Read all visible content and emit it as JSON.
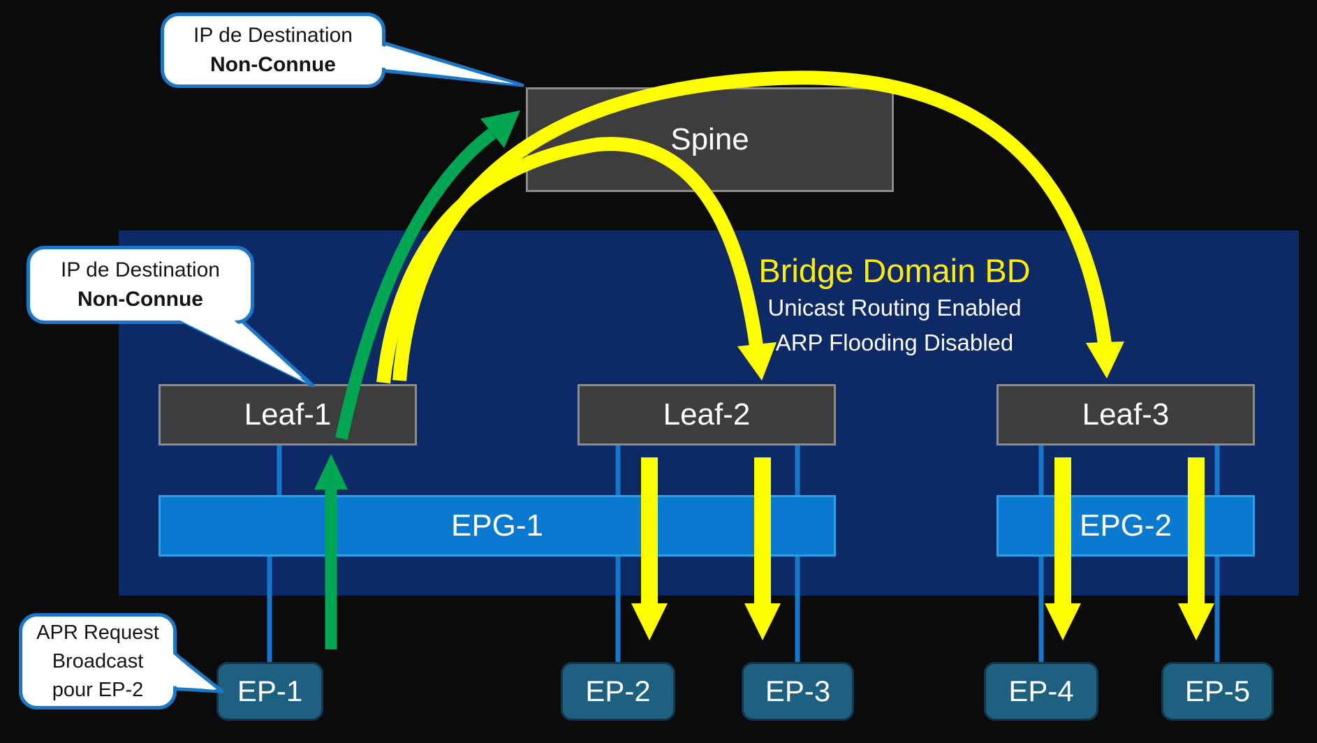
{
  "diagram": {
    "kind": "network-topology",
    "description": "Cisco ACI Bridge Domain ARP flow diagram"
  },
  "nodes": {
    "spine": "Spine",
    "leaf1": "Leaf-1",
    "leaf2": "Leaf-2",
    "leaf3": "Leaf-3",
    "epg1": "EPG-1",
    "epg2": "EPG-2",
    "ep1": "EP-1",
    "ep2": "EP-2",
    "ep3": "EP-3",
    "ep4": "EP-4",
    "ep5": "EP-5"
  },
  "bridge_domain": {
    "title": "Bridge Domain BD",
    "subtitle1": "Unicast Routing Enabled",
    "subtitle2": "ARP Flooding Disabled"
  },
  "callouts": {
    "to_spine": {
      "line1": "IP de Destination",
      "line2": "Non-Connue"
    },
    "to_leaf1": {
      "line1": "IP de Destination",
      "line2": "Non-Connue"
    },
    "to_ep1": {
      "line1": "APR Request",
      "line2": "Broadcast",
      "line3": "pour EP-2"
    }
  },
  "arrows": [
    {
      "color": "green",
      "from": "EP-1",
      "to": "Leaf-1",
      "style": "straight-up"
    },
    {
      "color": "green",
      "from": "Leaf-1",
      "to": "Spine",
      "style": "arc"
    },
    {
      "color": "yellow",
      "from": "Leaf-1",
      "to": "Leaf-2",
      "style": "arc-over-spine"
    },
    {
      "color": "yellow",
      "from": "Leaf-1",
      "to": "Leaf-3",
      "style": "arc-over-spine"
    },
    {
      "color": "yellow",
      "from": "Leaf-2",
      "to": "EP-2",
      "style": "straight-down"
    },
    {
      "color": "yellow",
      "from": "Leaf-2",
      "to": "EP-3",
      "style": "straight-down"
    },
    {
      "color": "yellow",
      "from": "Leaf-3",
      "to": "EP-4",
      "style": "straight-down"
    },
    {
      "color": "yellow",
      "from": "Leaf-3",
      "to": "EP-5",
      "style": "straight-down"
    }
  ],
  "colors": {
    "background": "#0b0b0c",
    "bridge_domain_fill": "#0d2a66",
    "node_fill": "#3d3d3d",
    "node_border": "#8c8c8c",
    "epg_fill": "#0a7ad0",
    "epg_border": "#2d9fe8",
    "ep_fill": "#1d6080",
    "ep_border": "#14374f",
    "connector_blue": "#1377cd",
    "arrow_green": "#00a651",
    "arrow_yellow": "#ffff00",
    "callout_fill": "#ffffff",
    "callout_border": "#1b78c9",
    "callout_text": "#141414",
    "bd_title_color": "#ffee00",
    "label_color": "#ffffff"
  }
}
